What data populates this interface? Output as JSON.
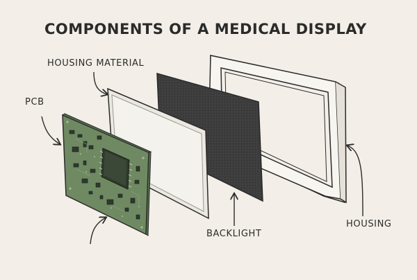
{
  "diagram": {
    "title": "COMPONENTS OF A MEDICAL DISPLAY",
    "labels": {
      "housing_material": "HOUSING MATERIAL",
      "pcb": "PCB",
      "backlight": "BACKLIGHT",
      "housing": "HOUSING"
    },
    "colors": {
      "background": "#f3efe8",
      "pcb_green": "#6f8a63",
      "diffuser_white": "#f1efea",
      "backlight_dark": "#3d3d3d",
      "housing_frame": "#f7f5f0",
      "outline": "#2b2b2b"
    }
  }
}
